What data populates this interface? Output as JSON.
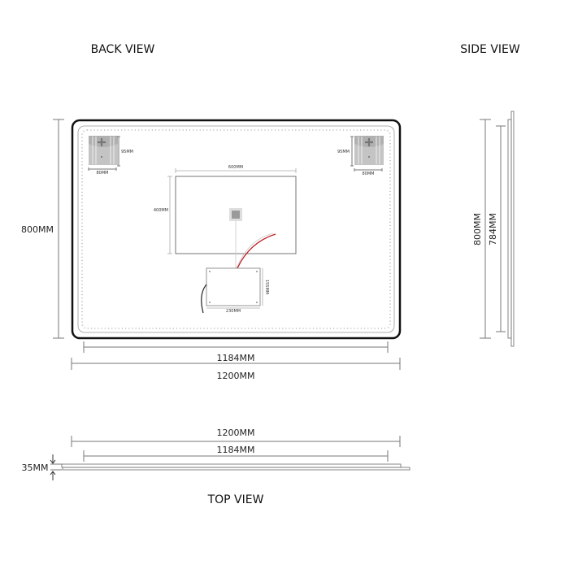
{
  "titles": {
    "back_view": "BACK VIEW",
    "side_view": "SIDE VIEW",
    "top_view": "TOP VIEW"
  },
  "back_view": {
    "height_label": "800MM",
    "inner_width_label": "1184MM",
    "outer_width_label": "1200MM",
    "bracket_left": {
      "height_label": "95MM",
      "width_label": "80MM"
    },
    "bracket_right": {
      "height_label": "95MM",
      "width_label": "80MM"
    },
    "panel": {
      "width_label": "600MM",
      "height_label": "400MM"
    },
    "control_box": {
      "width_label": "230MM",
      "height_label": "155MM"
    },
    "colors": {
      "frame": "#111111",
      "led_dots": "#c8c8c8",
      "wire": "#c0202a",
      "bracket": "#bdbdbd"
    }
  },
  "side_view": {
    "outer_height_label": "800MM",
    "inner_height_label": "784MM"
  },
  "top_view": {
    "outer_width_label": "1200MM",
    "inner_width_label": "1184MM",
    "depth_label": "35MM"
  }
}
